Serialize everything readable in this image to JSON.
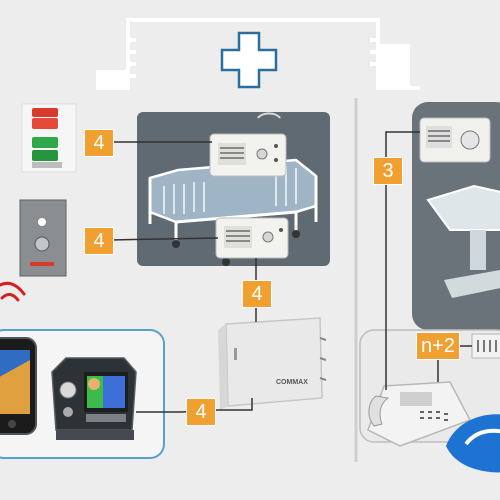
{
  "colors": {
    "background": "#ededed",
    "badge": "#f0a030",
    "panel": "#5f6a72",
    "line": "#333333",
    "outline": "#ffffff",
    "accent_blue": "#1e73d2",
    "cross": "#2a6f9e"
  },
  "icons": [
    "hospital-cross-icon",
    "wireless-signal-icon"
  ],
  "devices": {
    "signal_light": "signal-light",
    "call_button": "call-button",
    "bed_units": "bedside-intercom",
    "hospital_bed": "hospital-bed",
    "mobile_phone": "smartphone",
    "video_monitor": "video-intercom-monitor",
    "exchange_box": "central-exchange-box",
    "room_speaker": "ceiling-speaker-unit",
    "operating_table": "operating-table",
    "master_station": "master-station-phone",
    "expansion_module": "expansion-module"
  },
  "badges": {
    "light": "4",
    "call_button": "4",
    "bed_to_exchange": "4",
    "monitor_to_exchange": "4",
    "ward": "3",
    "master": "n+2"
  },
  "exchange_brand": "COMMAX"
}
